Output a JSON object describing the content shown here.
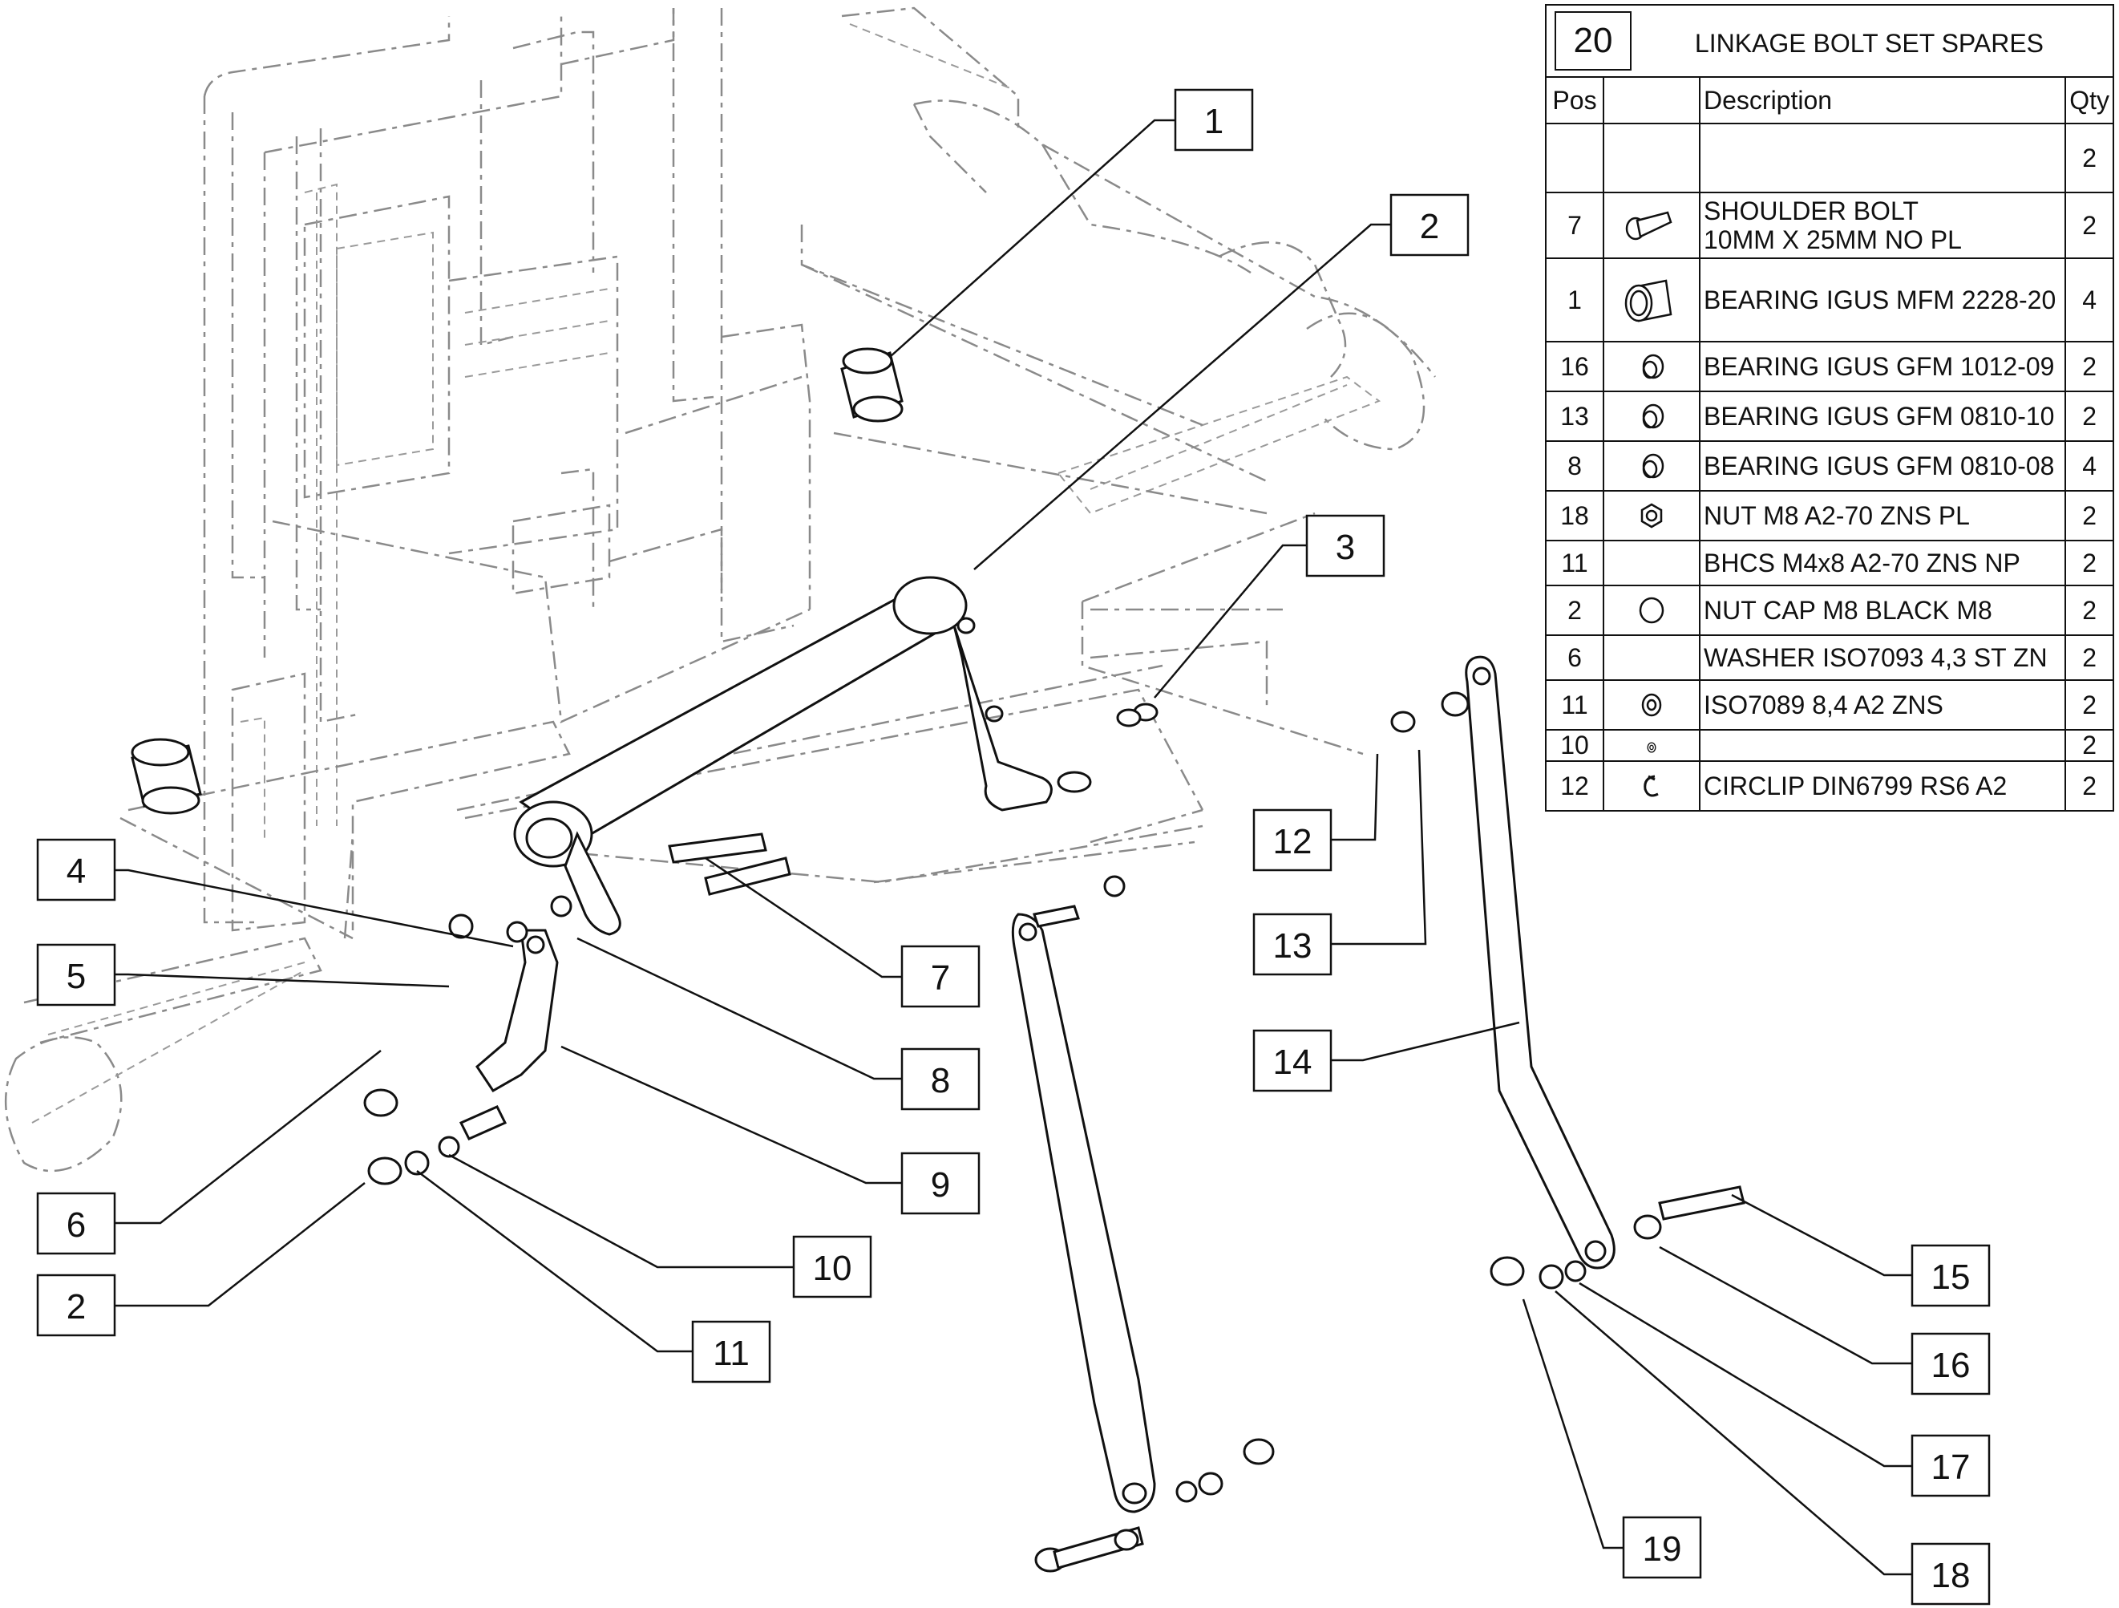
{
  "callouts": [
    {
      "label": "1"
    },
    {
      "label": "2"
    },
    {
      "label": "3"
    },
    {
      "label": "4"
    },
    {
      "label": "5"
    },
    {
      "label": "6"
    },
    {
      "label": "2"
    },
    {
      "label": "7"
    },
    {
      "label": "8"
    },
    {
      "label": "9"
    },
    {
      "label": "10"
    },
    {
      "label": "11"
    },
    {
      "label": "12"
    },
    {
      "label": "13"
    },
    {
      "label": "14"
    },
    {
      "label": "15"
    },
    {
      "label": "16"
    },
    {
      "label": "17"
    },
    {
      "label": "18"
    },
    {
      "label": "19"
    }
  ],
  "table": {
    "set_number": "20",
    "title": "LINKAGE BOLT SET SPARES",
    "headers": {
      "pos": "Pos",
      "icon": "",
      "description": "Description",
      "qty": "Qty"
    },
    "rows": [
      {
        "pos": "",
        "icon": "none",
        "desc": "",
        "desc2": "",
        "qty": "2"
      },
      {
        "pos": "7",
        "icon": "shoulder-bolt-icon",
        "desc": "SHOULDER BOLT",
        "desc2": "10MM X 25MM NO PL",
        "qty": "2"
      },
      {
        "pos": "1",
        "icon": "large-bearing-icon",
        "desc": "BEARING IGUS MFM 2228-20",
        "desc2": "",
        "qty": "4"
      },
      {
        "pos": "16",
        "icon": "flanged-bearing-icon",
        "desc": "BEARING IGUS GFM 1012-09",
        "desc2": "",
        "qty": "2"
      },
      {
        "pos": "13",
        "icon": "flanged-bearing-icon",
        "desc": "BEARING IGUS GFM 0810-10",
        "desc2": "",
        "qty": "2"
      },
      {
        "pos": "8",
        "icon": "flanged-bearing-icon",
        "desc": "BEARING IGUS GFM 0810-08",
        "desc2": "",
        "qty": "4"
      },
      {
        "pos": "18",
        "icon": "nut-icon",
        "desc": "NUT M8 A2-70 ZNS PL",
        "desc2": "",
        "qty": "2"
      },
      {
        "pos": "11",
        "icon": "none",
        "desc": "BHCS M4x8 A2-70 ZNS NP",
        "desc2": "",
        "qty": "2"
      },
      {
        "pos": "2",
        "icon": "nut-cap-icon",
        "desc": "NUT CAP M8 BLACK M8",
        "desc2": "",
        "qty": "2"
      },
      {
        "pos": "6",
        "icon": "none",
        "desc": "WASHER ISO7093 4,3 ST ZN",
        "desc2": "",
        "qty": "2"
      },
      {
        "pos": "11",
        "icon": "washer-icon",
        "desc": "ISO7089 8,4 A2 ZNS",
        "desc2": "",
        "qty": "2"
      },
      {
        "pos": "10",
        "icon": "small-washer-icon",
        "desc": "",
        "desc2": "",
        "qty": "2"
      },
      {
        "pos": "12",
        "icon": "circlip-icon",
        "desc": "CIRCLIP DIN6799 RS6 A2",
        "desc2": "",
        "qty": "2"
      }
    ]
  }
}
